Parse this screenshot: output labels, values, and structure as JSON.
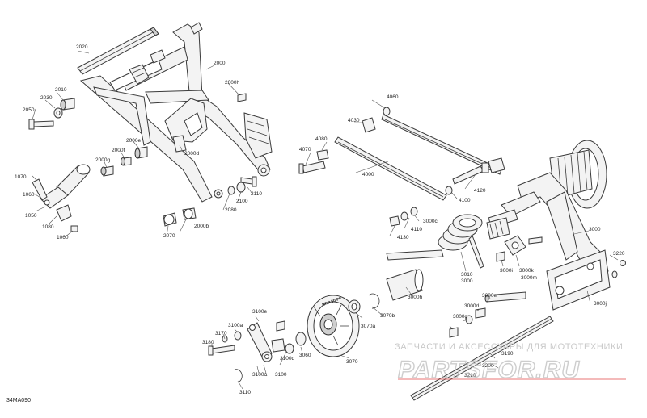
{
  "diagram": {
    "drawing_code": "34MA090",
    "parts": [
      {
        "id": "p2020",
        "label": "2020"
      },
      {
        "id": "p2000",
        "label": "2000"
      },
      {
        "id": "p2010",
        "label": "2010"
      },
      {
        "id": "p2030",
        "label": "2030"
      },
      {
        "id": "p2050",
        "label": "2050"
      },
      {
        "id": "p2000h",
        "label": "2000h"
      },
      {
        "id": "p2000e",
        "label": "2000e"
      },
      {
        "id": "p2000f",
        "label": "2000f"
      },
      {
        "id": "p2000g",
        "label": "2000g"
      },
      {
        "id": "p2000d",
        "label": "2000d"
      },
      {
        "id": "p1070",
        "label": "1070"
      },
      {
        "id": "p1060",
        "label": "1060"
      },
      {
        "id": "p1050",
        "label": "1050"
      },
      {
        "id": "p1080",
        "label": "1080"
      },
      {
        "id": "p1060b",
        "label": "1060"
      },
      {
        "id": "p2070",
        "label": "2070"
      },
      {
        "id": "p2000b",
        "label": "2000b"
      },
      {
        "id": "p2080",
        "label": "2080"
      },
      {
        "id": "p2100",
        "label": "2100"
      },
      {
        "id": "p2110",
        "label": "2110"
      },
      {
        "id": "p4060",
        "label": "4060"
      },
      {
        "id": "p4030",
        "label": "4030"
      },
      {
        "id": "p4080",
        "label": "4080"
      },
      {
        "id": "p4070",
        "label": "4070"
      },
      {
        "id": "p4000",
        "label": "4000"
      },
      {
        "id": "p4120",
        "label": "4120"
      },
      {
        "id": "p4100",
        "label": "4100"
      },
      {
        "id": "p3000c",
        "label": "3000c"
      },
      {
        "id": "p4110",
        "label": "4110"
      },
      {
        "id": "p4130",
        "label": "4130"
      },
      {
        "id": "p3000",
        "label": "3000"
      },
      {
        "id": "p3010",
        "label": "3010"
      },
      {
        "id": "p3000b",
        "label": "3000"
      },
      {
        "id": "p3000i",
        "label": "3000i"
      },
      {
        "id": "p3000k",
        "label": "3000k"
      },
      {
        "id": "p3000m",
        "label": "3000m"
      },
      {
        "id": "p3220",
        "label": "3220"
      },
      {
        "id": "p3000j",
        "label": "3000j"
      },
      {
        "id": "p3000h",
        "label": "3000h"
      },
      {
        "id": "p3000e",
        "label": "3000e"
      },
      {
        "id": "p3000d",
        "label": "3000d"
      },
      {
        "id": "p3000g",
        "label": "3000g"
      },
      {
        "id": "p3070a",
        "label": "3070a"
      },
      {
        "id": "p3070b",
        "label": "3070b"
      },
      {
        "id": "p3100e",
        "label": "3100e"
      },
      {
        "id": "p3170",
        "label": "3170"
      },
      {
        "id": "p3180",
        "label": "3180"
      },
      {
        "id": "p3100a",
        "label": "3100a"
      },
      {
        "id": "p3100d",
        "label": "3100d"
      },
      {
        "id": "p3060",
        "label": "3060"
      },
      {
        "id": "p3070",
        "label": "3070"
      },
      {
        "id": "p3100c",
        "label": "3100c"
      },
      {
        "id": "p3100",
        "label": "3100"
      },
      {
        "id": "p3110",
        "label": "3110"
      },
      {
        "id": "p3190",
        "label": "3190"
      },
      {
        "id": "p3200",
        "label": "3200"
      },
      {
        "id": "p3210",
        "label": "3210"
      }
    ],
    "colors": {
      "line": "#3a3a3a",
      "wm_red": "#e23b3b",
      "wm_gray": "#bdbdbd"
    }
  },
  "watermark": {
    "tagline": "ЗАПЧАСТИ И АКСЕССУАРЫ ДЛЯ МОТОТЕХНИКИ",
    "logo_text": "PARTSFOR.RU"
  },
  "idler_wheel_text": "BRP 50 PK"
}
